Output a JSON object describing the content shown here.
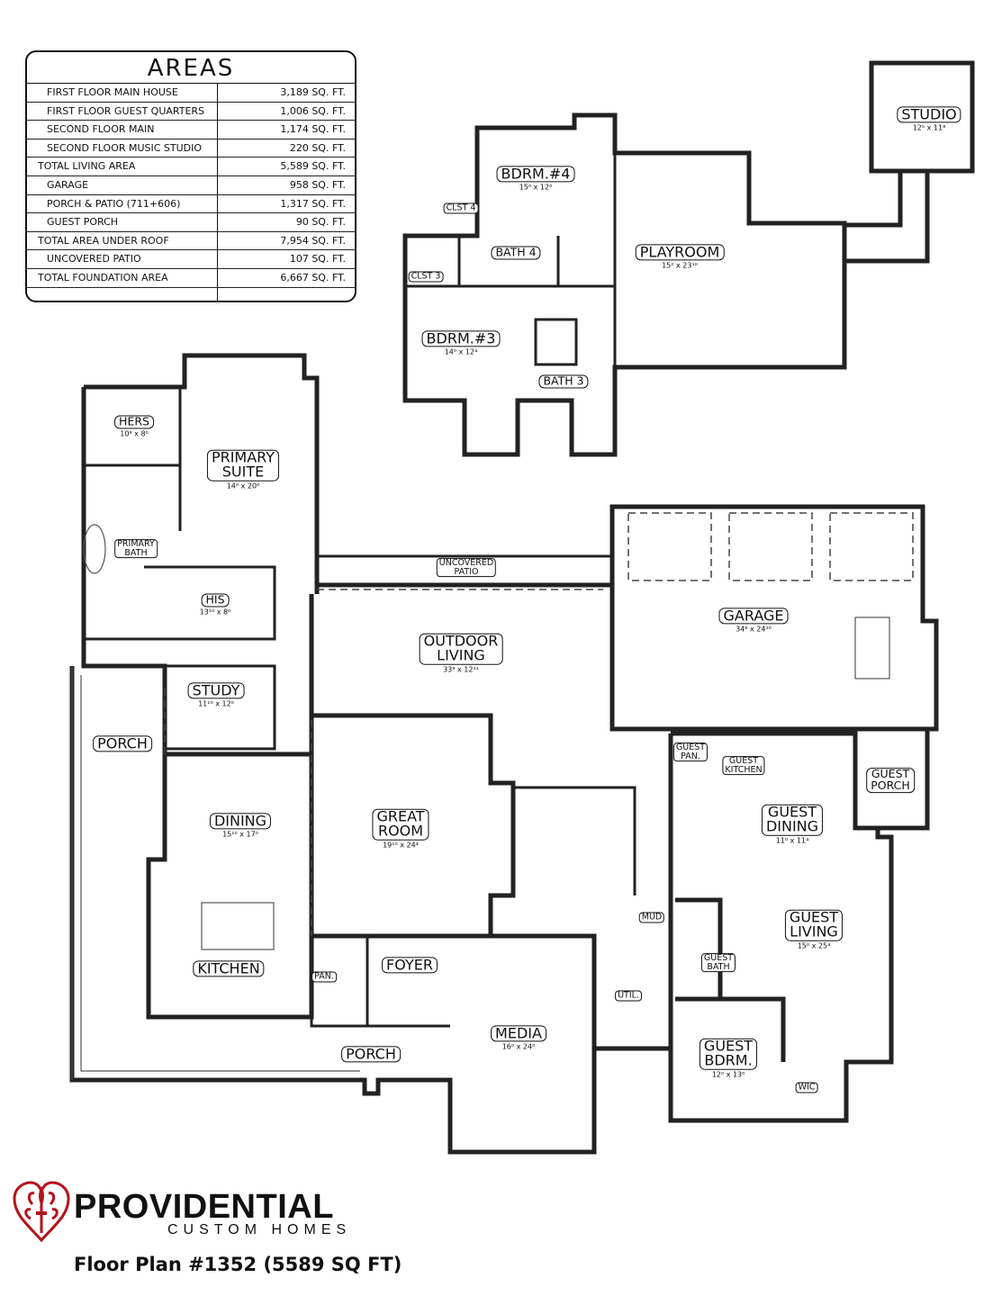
{
  "areas": {
    "title": "AREAS",
    "rows": [
      {
        "label": "FIRST FLOOR MAIN HOUSE",
        "value": "3,189 SQ. FT.",
        "total": false
      },
      {
        "label": "FIRST FLOOR GUEST QUARTERS",
        "value": "1,006 SQ. FT.",
        "total": false
      },
      {
        "label": "SECOND FLOOR MAIN",
        "value": "1,174 SQ. FT.",
        "total": false
      },
      {
        "label": "SECOND FLOOR MUSIC STUDIO",
        "value": "220 SQ. FT.",
        "total": false
      },
      {
        "label": "TOTAL LIVING AREA",
        "value": "5,589 SQ. FT.",
        "total": true
      },
      {
        "label": "GARAGE",
        "value": "958 SQ. FT.",
        "total": false
      },
      {
        "label": "PORCH & PATIO (711+606)",
        "value": "1,317 SQ. FT.",
        "total": false
      },
      {
        "label": "GUEST PORCH",
        "value": "90 SQ. FT.",
        "total": false
      },
      {
        "label": "TOTAL AREA UNDER ROOF",
        "value": "7,954 SQ. FT.",
        "total": true
      },
      {
        "label": "UNCOVERED PATIO",
        "value": "107 SQ. FT.",
        "total": false
      },
      {
        "label": "TOTAL FOUNDATION AREA",
        "value": "6,667 SQ. FT.",
        "total": true
      },
      {
        "label": "",
        "value": "",
        "total": false
      }
    ]
  },
  "rooms": {
    "studio": {
      "name": "STUDIO",
      "dim": "12⁵ x 11⁸"
    },
    "bdrm4": {
      "name": "BDRM.#4",
      "dim": "15⁰ x 12⁰"
    },
    "playroom": {
      "name": "PLAYROOM",
      "dim": "15⁰ x 23¹⁰"
    },
    "clst4": {
      "name": "CLST 4"
    },
    "bath4": {
      "name": "BATH 4"
    },
    "clst3": {
      "name": "CLST 3"
    },
    "bdrm3": {
      "name": "BDRM.#3",
      "dim": "14⁰ x 12⁴"
    },
    "bath3": {
      "name": "BATH 3"
    },
    "hers": {
      "name": "HERS",
      "dim": "10⁸ x 8⁰"
    },
    "primary_suite": {
      "name": "PRIMARY\nSUITE",
      "dim": "14⁰ x 20⁰"
    },
    "primary_bath": {
      "name": "PRIMARY\nBATH"
    },
    "his": {
      "name": "HIS",
      "dim": "13¹⁰ x 8⁰"
    },
    "uncovered_patio": {
      "name": "UNCOVERED\nPATIO"
    },
    "outdoor_living": {
      "name": "OUTDOOR\nLIVING",
      "dim": "33⁹ x 12¹¹"
    },
    "garage": {
      "name": "GARAGE",
      "dim": "34⁸ x 24¹⁰"
    },
    "study": {
      "name": "STUDY",
      "dim": "11¹⁰ x 12⁰"
    },
    "porch_west": {
      "name": "PORCH"
    },
    "guest_pan": {
      "name": "GUEST\nPAN."
    },
    "guest_kitchen": {
      "name": "GUEST\nKITCHEN"
    },
    "guest_porch": {
      "name": "GUEST\nPORCH"
    },
    "guest_dining": {
      "name": "GUEST\nDINING",
      "dim": "11⁰ x 11⁴"
    },
    "dining": {
      "name": "DINING",
      "dim": "15¹⁰ x 17⁰"
    },
    "great_room": {
      "name": "GREAT\nROOM",
      "dim": "19¹⁰ x 24⁴"
    },
    "mud": {
      "name": "MUD"
    },
    "guest_living": {
      "name": "GUEST\nLIVING",
      "dim": "15⁰ x 25⁴"
    },
    "kitchen": {
      "name": "KITCHEN"
    },
    "pantry": {
      "name": "PAN."
    },
    "foyer": {
      "name": "FOYER"
    },
    "guest_bath": {
      "name": "GUEST\nBATH"
    },
    "util": {
      "name": "UTIL."
    },
    "media": {
      "name": "MEDIA",
      "dim": "16⁰ x 24⁰"
    },
    "guest_bdrm": {
      "name": "GUEST\nBDRM.",
      "dim": "12⁰ x 13⁰"
    },
    "porch_front": {
      "name": "PORCH"
    },
    "wic": {
      "name": "WIC"
    }
  },
  "brand": {
    "name": "PROVIDENTIAL",
    "sub": "CUSTOM HOMES",
    "logo_color": "#b5121b",
    "logo_icon": "heart-fleur-de-lis-icon"
  },
  "plan_title": "Floor Plan #1352 (5589 SQ FT)"
}
